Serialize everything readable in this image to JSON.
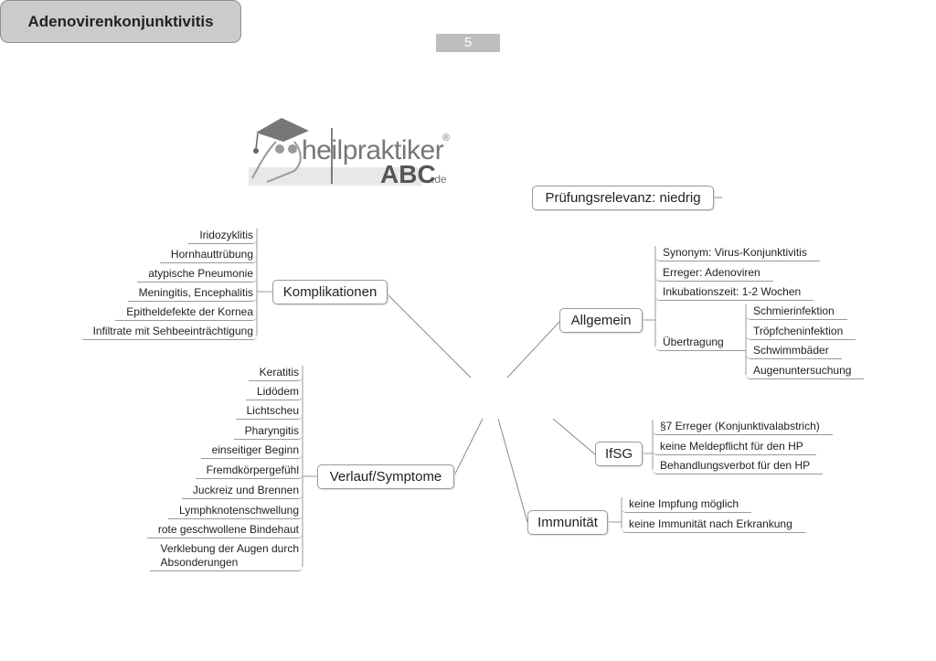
{
  "page_number": "5",
  "logo": {
    "text_main": "heilpraktiker",
    "text_abc": "ABC",
    "text_domain": ".de",
    "registered": "®"
  },
  "relevance": "Prüfungsrelevanz: niedrig",
  "center": "Adenovirenkonjunktivitis",
  "branches": {
    "komplikationen": {
      "label": "Komplikationen",
      "items": [
        "Iridozyklitis",
        "Hornhauttrübung",
        "atypische Pneumonie",
        "Meningitis, Encephalitis",
        "Epitheldefekte der Kornea",
        "Infiltrate mit Sehbeeinträchtigung"
      ]
    },
    "verlauf": {
      "label": "Verlauf/Symptome",
      "items": [
        "Keratitis",
        "Lidödem",
        "Lichtscheu",
        "Pharyngitis",
        "einseitiger Beginn",
        "Fremdkörpergefühl",
        "Juckreiz und Brennen",
        "Lymphknotenschwellung",
        "rote geschwollene Bindehaut",
        "Verklebung der Augen durch\nAbsonderungen"
      ]
    },
    "allgemein": {
      "label": "Allgemein",
      "items": [
        "Synonym: Virus-Konjunktivitis",
        "Erreger: Adenoviren",
        "Inkubationszeit: 1-2 Wochen",
        "Übertragung"
      ],
      "uebertragung": [
        "Schmierinfektion",
        "Tröpfcheninfektion",
        "Schwimmbäder",
        "Augenuntersuchung"
      ]
    },
    "ifsg": {
      "label": "IfSG",
      "items": [
        "§7 Erreger (Konjunktivalabstrich)",
        "keine Meldepflicht für den HP",
        "Behandlungsverbot für den HP"
      ]
    },
    "immunitaet": {
      "label": "Immunität",
      "items": [
        "keine Impfung möglich",
        "keine Immunität nach Erkrankung"
      ]
    }
  }
}
